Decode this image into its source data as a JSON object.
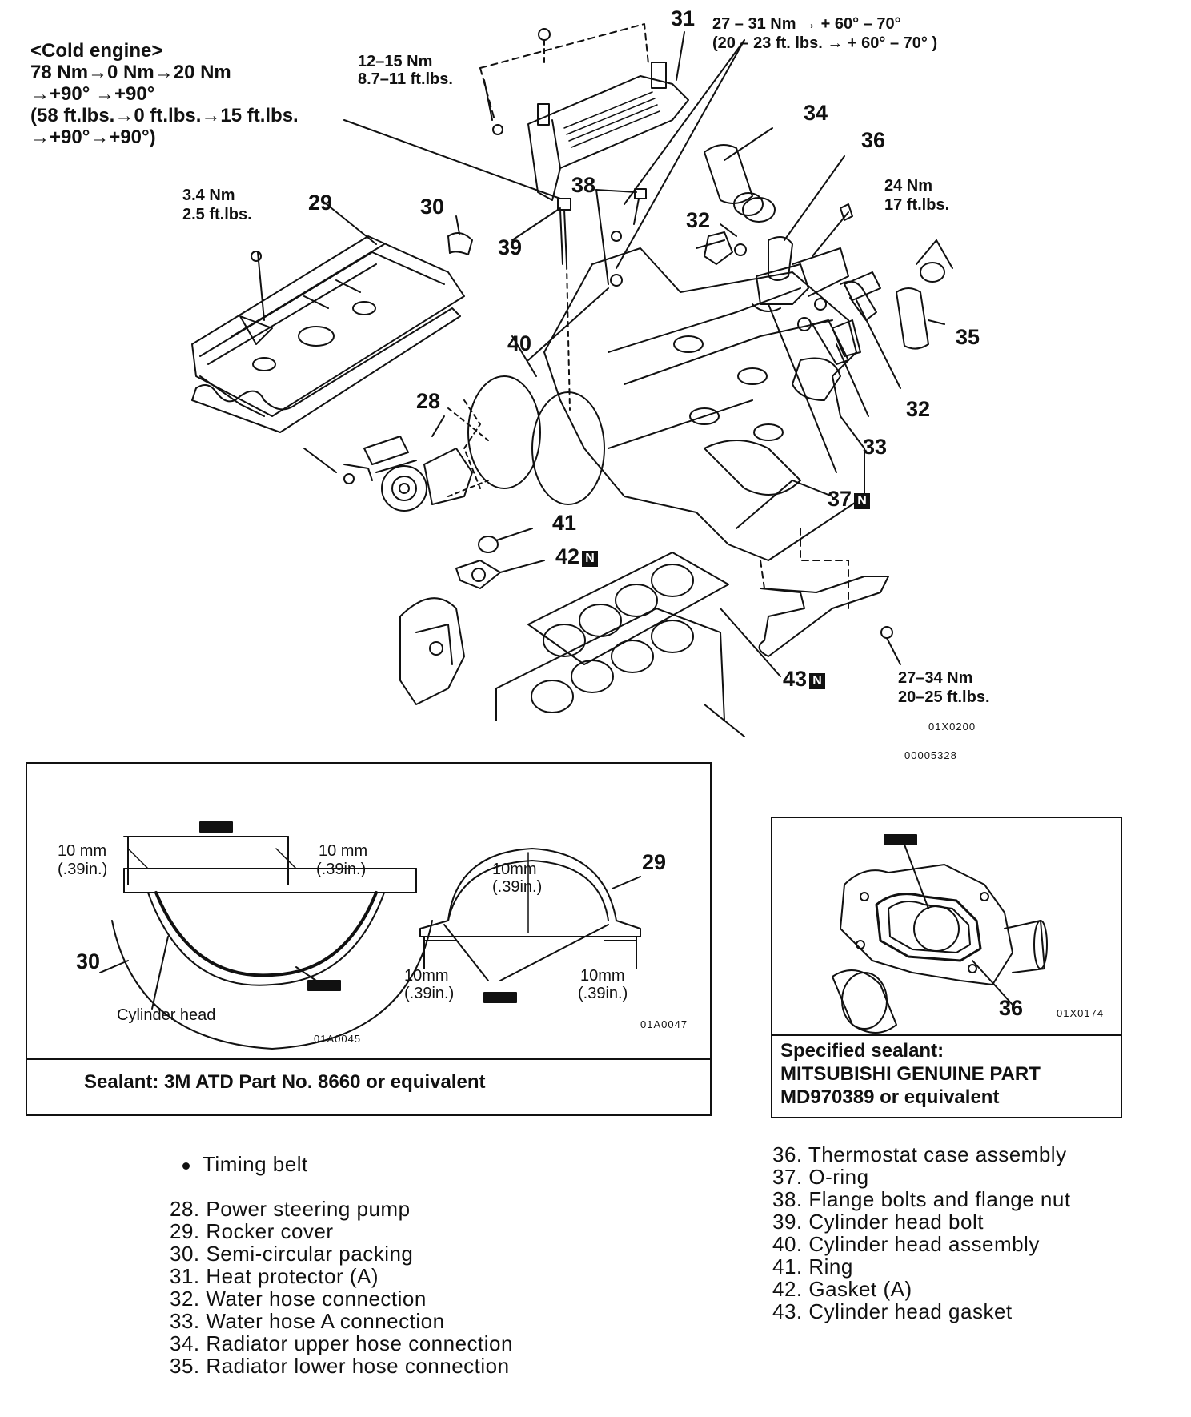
{
  "torque_specs": {
    "cold_engine": [
      "<Cold engine>",
      "78 Nm→0 Nm→20 Nm",
      "→+90°  →+90°",
      "(58 ft.lbs.→0 ft.lbs.→15 ft.lbs.",
      "→+90°→+90°)"
    ],
    "t_12_15": [
      "12–15 Nm",
      "8.7–11 ft.lbs."
    ],
    "t_27_31": [
      "27 – 31 Nm → + 60° – 70°",
      "(20 – 23  ft. lbs. → + 60° – 70° )"
    ],
    "t_3_4": [
      "3.4 Nm",
      "2.5 ft.lbs."
    ],
    "t_24": [
      "24 Nm",
      "17 ft.lbs."
    ],
    "t_27_34": [
      "27–34 Nm",
      "20–25 ft.lbs."
    ]
  },
  "callouts": {
    "c28": "28",
    "c29": "29",
    "c30": "30",
    "c31": "31",
    "c32a": "32",
    "c32b": "32",
    "c33": "33",
    "c34": "34",
    "c35": "35",
    "c36": "36",
    "c37": "37",
    "c38": "38",
    "c39": "39",
    "c40": "40",
    "c41": "41",
    "c42": "42",
    "c43": "43",
    "n_badge": "N"
  },
  "figure_codes": {
    "main_a": "01X0200",
    "main_b": "00005328",
    "left_a": "01A0045",
    "left_b": "01A0047",
    "right": "01X0174"
  },
  "sealant_panel_left": {
    "dim_10mm_a": "10 mm",
    "dim_39in_a": "(.39in.)",
    "dim_10mm_b": "10 mm",
    "dim_39in_b": "(.39in.)",
    "callout_30": "30",
    "cylinder_head": "Cylinder head",
    "dim_10mm_c": "10mm",
    "dim_39in_c": "(.39in.)",
    "dim_10mm_d": "10mm",
    "dim_39in_d": "(.39in.)",
    "dim_10mm_e": "10mm",
    "dim_39in_e": "(.39in.)",
    "callout_29": "29",
    "sealant": "Sealant: 3M ATD Part No. 8660 or equivalent"
  },
  "sealant_panel_right": {
    "callout_36": "36",
    "label": "Specified sealant:",
    "part_line1": "MITSUBISHI GENUINE PART",
    "part_line2": "MD970389 or equivalent"
  },
  "legend": {
    "bullet_item": "Timing belt",
    "left": [
      "28. Power steering pump",
      "29. Rocker cover",
      "30. Semi-circular packing",
      "31. Heat protector (A)",
      "32. Water hose connection",
      "33. Water hose A connection",
      "34. Radiator upper hose connection",
      "35. Radiator lower hose connection"
    ],
    "right": [
      "36. Thermostat case assembly",
      "37. O-ring",
      "38. Flange bolts and flange nut",
      "39. Cylinder head bolt",
      "40. Cylinder head assembly",
      "41. Ring",
      "42. Gasket (A)",
      "43. Cylinder head gasket"
    ]
  }
}
